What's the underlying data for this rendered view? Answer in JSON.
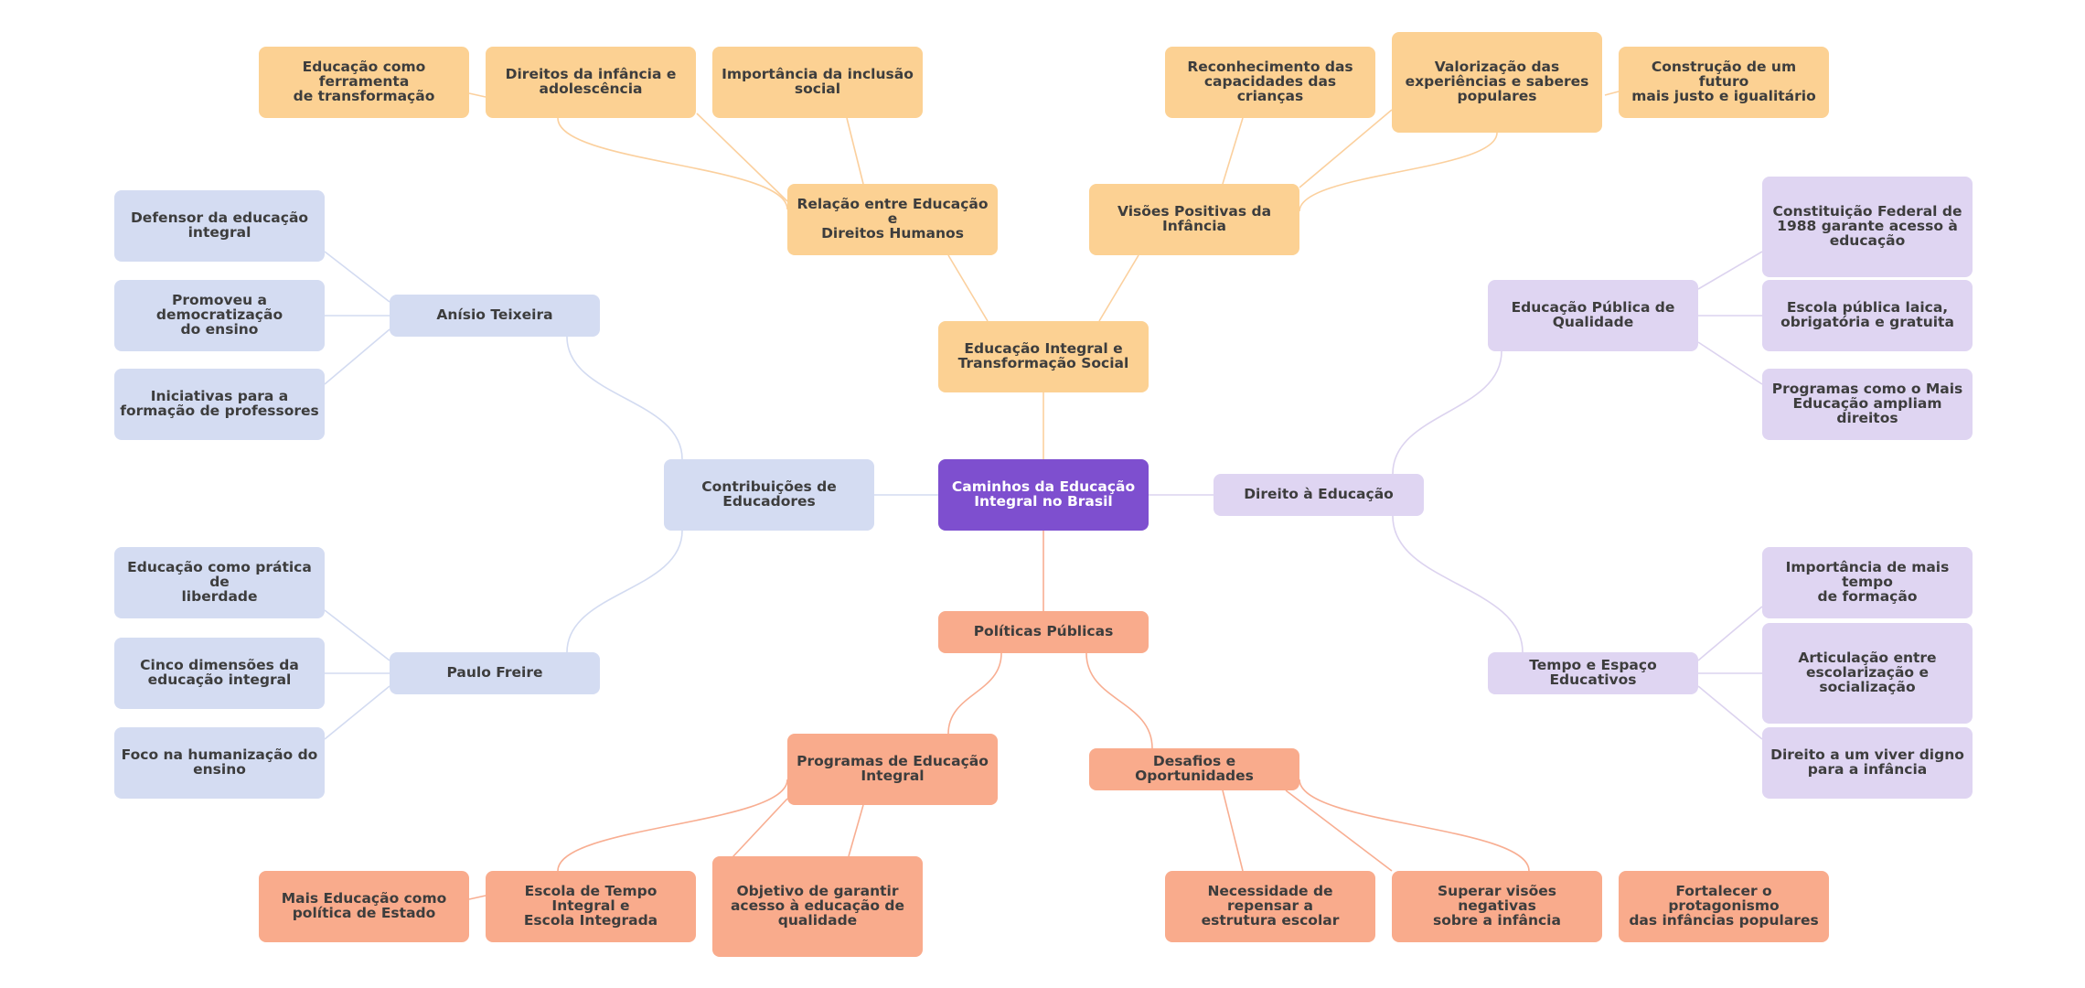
{
  "colors": {
    "center": "#7e4fcf",
    "orange": "#fcd193",
    "salmon": "#f9ab8c",
    "lilac": "#dfd5f2",
    "blue": "#d4dcf2"
  },
  "mindmap": {
    "center": "Caminhos da Educação\nIntegral no Brasil",
    "transformacao": {
      "label": "Educação Integral e\nTransformação Social",
      "relacao": {
        "label": "Relação entre Educação e\nDireitos Humanos",
        "items": [
          "Educação como ferramenta\nde transformação",
          "Direitos da infância e\nadolescência",
          "Importância da inclusão\nsocial"
        ]
      },
      "visoes": {
        "label": "Visões Positivas da\nInfância",
        "items": [
          "Reconhecimento das\ncapacidades das crianças",
          "Valorização das\nexperiências e saberes\npopulares",
          "Construção de um futuro\nmais justo e igualitário"
        ]
      }
    },
    "direito": {
      "label": "Direito à Educação",
      "publica": {
        "label": "Educação Pública de\nQualidade",
        "items": [
          "Constituição Federal de\n1988 garante acesso à\neducação",
          "Escola pública laica,\nobrigatória e gratuita",
          "Programas como o Mais\nEducação ampliam direitos"
        ]
      },
      "tempo": {
        "label": "Tempo e Espaço Educativos",
        "items": [
          "Importância de mais tempo\nde formação",
          "Articulação entre\nescolarização e\nsocialização",
          "Direito a um viver digno\npara a infância"
        ]
      }
    },
    "politicas": {
      "label": "Políticas Públicas",
      "programas": {
        "label": "Programas de Educação\nIntegral",
        "items": [
          "Mais Educação como\npolítica de Estado",
          "Escola de Tempo Integral e\nEscola Integrada",
          "Objetivo de garantir\nacesso à educação de\nqualidade"
        ]
      },
      "desafios": {
        "label": "Desafios e Oportunidades",
        "items": [
          "Necessidade de repensar a\nestrutura escolar",
          "Superar visões negativas\nsobre a infância",
          "Fortalecer o protagonismo\ndas infâncias populares"
        ]
      }
    },
    "educadores": {
      "label": "Contribuições de\nEducadores",
      "anisio": {
        "label": "Anísio Teixeira",
        "items": [
          "Defensor da educação\nintegral",
          "Promoveu a democratização\ndo ensino",
          "Iniciativas para a\nformação de professores"
        ]
      },
      "freire": {
        "label": "Paulo Freire",
        "items": [
          "Educação como prática de\nliberdade",
          "Cinco dimensões da\neducação integral",
          "Foco na humanização do\nensino"
        ]
      }
    }
  }
}
